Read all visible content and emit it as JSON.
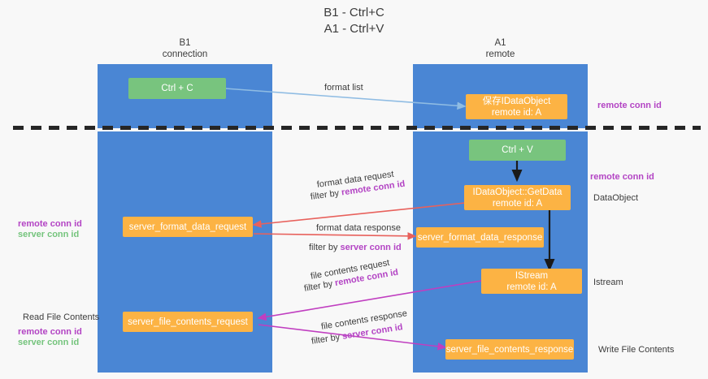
{
  "title": {
    "line1": "B1 - Ctrl+C",
    "line2": "A1 - Ctrl+V"
  },
  "columns": [
    {
      "name": "B1",
      "sub": "connection"
    },
    {
      "name": "A1",
      "sub": "remote"
    }
  ],
  "colors": {
    "lane": "#4a86d4",
    "green_node": "#78c47e",
    "orange_node": "#fcb344",
    "purple_text": "#b344c4",
    "green_text": "#74c47c",
    "arrow_blue": "#9fc5e8",
    "arrow_black": "#1a1a1a",
    "arrow_red": "#e8615c",
    "arrow_magenta": "#c03ec0",
    "text": "#3c3c3c"
  },
  "nodes": {
    "ctrl_c": "Ctrl + C",
    "ctrl_v": "Ctrl + V",
    "idataobject_saved_l1": "保存IDataObject",
    "idataobject_saved_l2": "remote id: A",
    "getdata_l1": "IDataObject::GetData",
    "getdata_l2": "remote id: A",
    "istream_l1": "IStream",
    "istream_l2": "remote id: A",
    "server_format_data_request": "server_format_data_request",
    "server_format_data_response": "server_format_data_response",
    "server_file_contents_request": "server_file_contents_request",
    "server_file_contents_response": "server_file_contents_response"
  },
  "edge_labels": {
    "format_list": "format list",
    "format_data_request": "format data request",
    "format_data_response": "format data response",
    "file_contents_request": "file contents request",
    "file_contents_response": "file contents response",
    "filter_by": "filter by",
    "remote_conn_id": "remote conn id",
    "server_conn_id": "server conn id"
  },
  "side_labels": {
    "right_remote_conn_id_top": "remote conn id",
    "right_remote_conn_id_mid": "remote conn id",
    "right_dataobject": "DataObject",
    "right_istream": "Istream",
    "right_write_file_contents": "Write File Contents",
    "left_remote_conn_id_mid": "remote conn id",
    "left_server_conn_id_mid": "server conn id",
    "left_read_file_contents": "Read File Contents",
    "left_remote_conn_id_bot": "remote conn id",
    "left_server_conn_id_bot": "server conn id"
  }
}
